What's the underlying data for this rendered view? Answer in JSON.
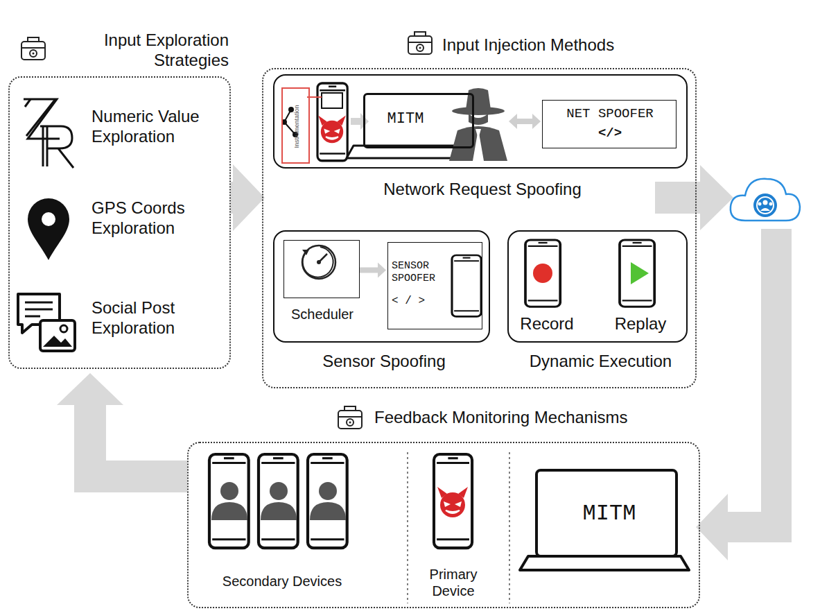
{
  "diagram": {
    "nodes": [
      {
        "text": [
          "Input Exploration Strategies",
          "Numeric Value Exploration",
          "GPS Coords Exploration",
          "Social Post Exploration"
        ]
      },
      {
        "text": [
          "Input Injection Methods"
        ]
      },
      {
        "text": [
          "Network Request Spoofing"
        ],
        "in": 1
      },
      {
        "text": [
          "Instrumentation"
        ],
        "in": 2
      },
      {
        "text": [
          "MITM"
        ],
        "in": 2
      },
      {
        "text": [
          "NET SPOOFER",
          "</>"
        ],
        "in": 2
      },
      {
        "text": [
          "Sensor Spoofing"
        ],
        "in": 1
      },
      {
        "text": [
          "Scheduler"
        ],
        "in": 6
      },
      {
        "text": [
          "SENSOR SPOOFER",
          "< / >"
        ],
        "in": 6
      },
      {
        "text": [
          "Dynamic Execution",
          "Record",
          "Replay"
        ],
        "in": 1
      },
      {
        "text": [
          "Feedback Monitoring Mechanisms",
          "Secondary Devices",
          "Primary Device"
        ]
      },
      {
        "text": [
          "MITM"
        ],
        "in": 10
      }
    ],
    "edges": [
      {
        "from": 0,
        "to": 1,
        "arrow": "to"
      },
      {
        "from": 4,
        "to": 5,
        "arrow": "both"
      },
      {
        "from": 7,
        "to": 8,
        "arrow": "to"
      },
      {
        "from": 10,
        "to": 0,
        "arrow": "to"
      }
    ]
  }
}
